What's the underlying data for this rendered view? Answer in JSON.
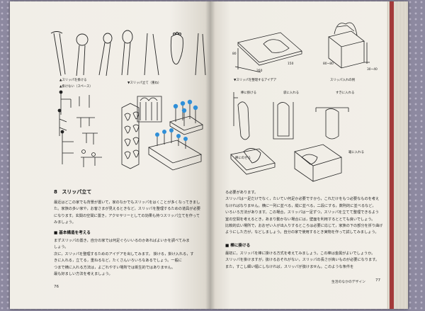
{
  "left_page": {
    "captions": {
      "slipper_hanger": "▲スリッパを掛ける",
      "hook_space": "▲掛けない（スペース）",
      "slipper_stand": "▼スリッパ立て（重ね）"
    },
    "section_number": "8",
    "section_title": "スリッパ立て",
    "paragraph1": [
      "最近はどこの家でも背景が置いて，家のなかでもスリッパをはくことが多くなってきまし",
      "た。家族の多い家や，お客さまが見えるときなど，スリッパを整理するための道具が必要",
      "になります。玄関の空間に置き，アクセサリーとしての効果も持つスリッパ立てを作って",
      "みましょう。"
    ],
    "subheading": "■ 基本構造を考える",
    "paragraph2": [
      "まずスリッパの置き，自分の家では何足ぐらいいるのかあればよいかを調べてみま",
      "しょう。",
      "次に，スリッパを整理するためのアイデアを出してみます。 掛ける，掛け入れる，す",
      "きに入れる，立てる，重ねるなど，たくさんいろいろなあるでしょう。一般に",
      "つまで横に入れる方法は，よごれやすい場所では衛生的ではありません。",
      "最も好ましい方法を考えましょう。"
    ],
    "page_number": "76"
  },
  "right_page": {
    "captions": {
      "dims_a": "80",
      "dims_b": "260",
      "dims_c": "150",
      "dims_d": "80~80",
      "dims_e": "30~40",
      "slipper_idea": "▼スリッパを整理するアイデア",
      "box_type": "スリッパ入れの例",
      "hang_cap": "棒に掛ける",
      "put_in": "袋に入れる",
      "insert": "すきに入れる",
      "stack": "棒にのせる",
      "box_in": "箱に入れる"
    },
    "paragraph1": [
      "る必要があります。",
      "スリッパは一足だけでなく，たいてい何足か必要ですから，これだけをもつ必要なものを考え",
      "なければなりません。横に一列に並べる，縦に並べる，二段にする，数則的に並べるなど，",
      "いろいろ方法があります。この場合，スリッパは一足ずつ，スリッパを立てて整理できるよう",
      "室の空間を考えるとき，あまり動かない場合には，壁面を利用するととても良いでしょう。",
      "比較的広い場所で，おおぜい人が出入りするところは必要に応じて，家族の下の部分を折り曲げる",
      "ようにした方が，などしましょう。自分の家で使用するとき実物を作って試してみましょう。"
    ],
    "subheading": "■ 棒に掛ける",
    "paragraph2": [
      "最初に，スリッパを棒に掛ける方式を考えてみましょう。この棒は金属がよいでしょうか。",
      "スリッパを掛けますが，抜けるおそれがない，スリッパの長さが高いものが必要になります。",
      "また，すこし細い幅にしなければ，スリッパが抜けません。このような条件を"
    ],
    "footer_title": "生活のなかのデザイン",
    "page_number": "77"
  }
}
